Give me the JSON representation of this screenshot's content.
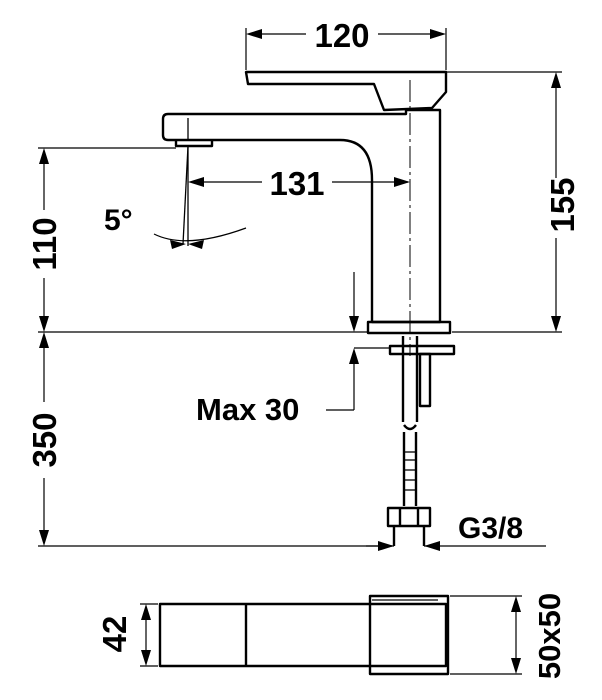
{
  "dimensions": {
    "top_width": "120",
    "height_total": "155",
    "spout_reach": "131",
    "spout_height": "110",
    "angle": "5°",
    "max_deck": "Max 30",
    "hose_length": "350",
    "thread": "G3/8",
    "handle_height": "42",
    "base_size": "50x50"
  },
  "colors": {
    "line": "#000000",
    "background": "#ffffff"
  }
}
